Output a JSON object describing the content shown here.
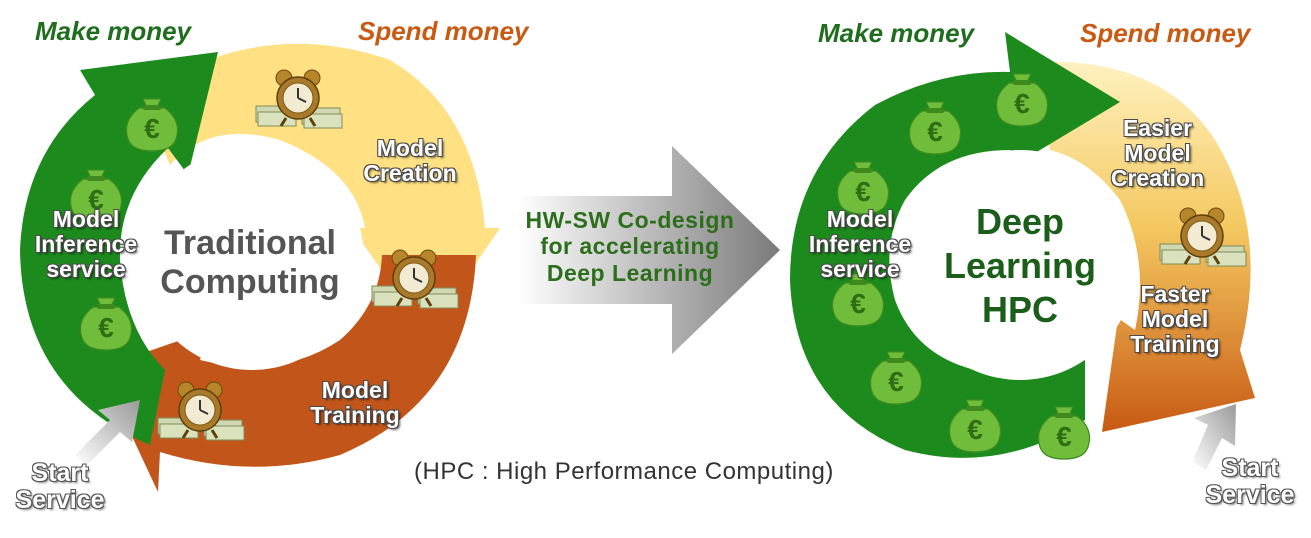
{
  "left_cycle": {
    "header_make": "Make  money",
    "header_spend": "Spend  money",
    "center_title": "Traditional\nComputing",
    "stage_creation": "Model\nCreation",
    "stage_training": "Model\nTraining",
    "stage_inference": "Model\nInference\nservice",
    "start_label": "Start\nService"
  },
  "middle_arrow": {
    "text": "HW-SW  Co-design\nfor  accelerating\nDeep  Learning"
  },
  "right_cycle": {
    "header_make": "Make  money",
    "header_spend": "Spend  money",
    "center_title": "Deep\nLearning\nHPC",
    "stage_creation": "Easier\nModel\nCreation",
    "stage_training": "Faster\nModel\nTraining",
    "stage_inference": "Model\nInference\nservice",
    "start_label": "Start\nService"
  },
  "footnote": "(HPC  :  High  Performance  Computing)",
  "icons": {
    "money_bag": "euro-money-bag-icon",
    "clock_cash": "alarm-clock-with-cash-icon"
  },
  "colors": {
    "green": "#1d8a1d",
    "light_green": "#6cbb3a",
    "yellow": "#ffe184",
    "orange": "#c2561a",
    "grey_arrow": "#8c8c8c"
  }
}
